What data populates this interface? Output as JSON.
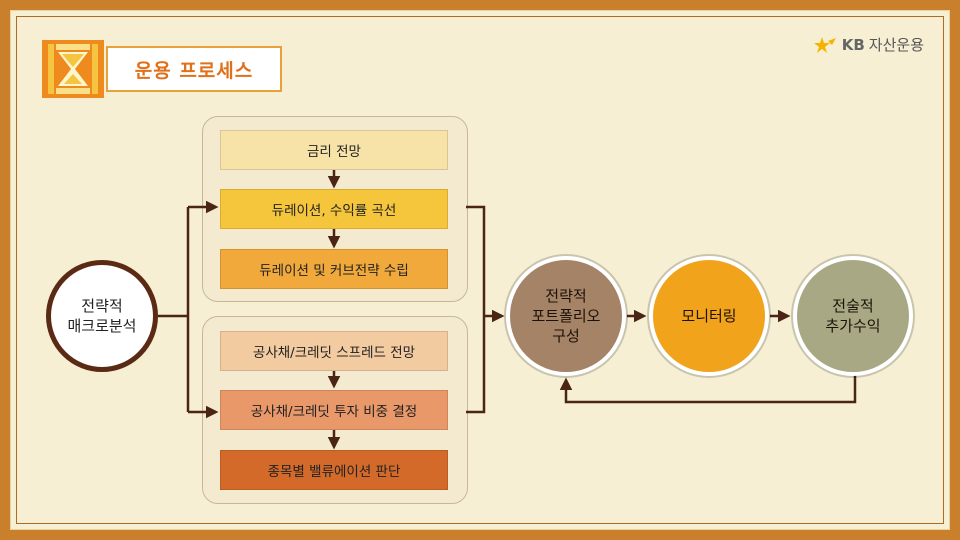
{
  "title": "운용 프로세스",
  "logo": {
    "kb": "KB",
    "name": "자산운용"
  },
  "nodes": {
    "macro": [
      "전략적",
      "매크로분석"
    ],
    "top_group": [
      "금리 전망",
      "듀레이션, 수익률 곡선",
      "듀레이션 및 커브전략 수립"
    ],
    "bottom_group": [
      "공사채/크레딧 스프레드 전망",
      "공사채/크레딧 투자 비중 결정",
      "종목별 밸류에이션 판단"
    ],
    "portfolio": [
      "전략적",
      "포트폴리오",
      "구성"
    ],
    "monitoring": "모니터링",
    "alpha": [
      "전술적",
      "추가수익"
    ]
  },
  "colors": {
    "background": "#f6efd3",
    "accent": "#ef8a1e",
    "macro_border": "#5a2a14",
    "portfolio": "#a58366",
    "monitoring": "#f2a31c",
    "alpha": "#a8a884",
    "arrow": "#4a2414"
  }
}
